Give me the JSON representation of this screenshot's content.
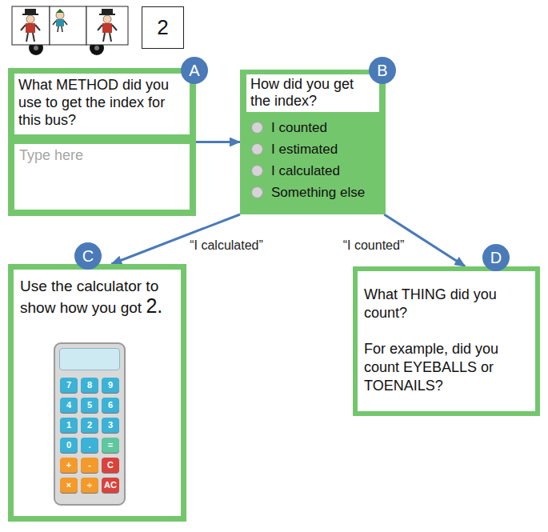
{
  "diagram": {
    "nodes": [
      {
        "text": [
          "2"
        ]
      },
      {
        "text": [
          "What METHOD did you use to get the index for this bus?"
        ]
      },
      {
        "text": [
          "A"
        ],
        "in": 1
      },
      {
        "text": [
          "Type here"
        ],
        "in": 1
      },
      {
        "text": [
          "How did you get the index?",
          "I counted",
          "I estimated",
          "I calculated",
          "Something else"
        ]
      },
      {
        "text": [
          "B"
        ],
        "in": 4
      },
      {
        "text": [
          "Use the calculator to show how you got",
          "2."
        ]
      },
      {
        "text": [
          "C"
        ],
        "in": 6
      },
      {
        "text": [
          "What THING did you count?",
          "For example, did you count EYEBALLS or TOENAILS?"
        ]
      },
      {
        "text": [
          "D"
        ],
        "in": 8
      }
    ],
    "edges": [
      {
        "from": 1,
        "to": 4,
        "arrow": "to"
      },
      {
        "from": 4,
        "to": 6,
        "label": "“I calculated”",
        "arrow": "to"
      },
      {
        "from": 4,
        "to": 8,
        "label": "“I counted”",
        "arrow": "to"
      }
    ],
    "labels": [
      "7",
      "8",
      "9",
      "4",
      "5",
      "6",
      "1",
      "2",
      "3",
      "0",
      ".",
      "=",
      "+",
      "-",
      "C",
      "×",
      "÷",
      "AC"
    ]
  }
}
